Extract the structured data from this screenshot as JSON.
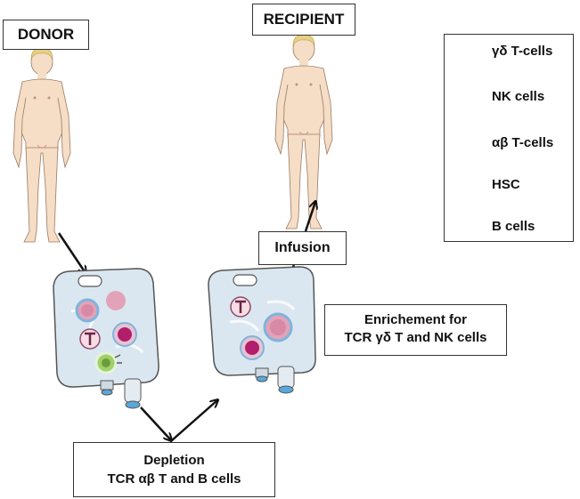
{
  "labels": {
    "donor": "DONOR",
    "recipient": "RECIPIENT",
    "infusion": "Infusion",
    "enrichment": [
      "Enrichement for",
      "TCR γδ T and NK cells"
    ],
    "depletion": [
      "Depletion",
      "TCR αβ T and B cells"
    ]
  },
  "legend": [
    {
      "label": "γδ  T-cells",
      "icon": "gamma-delta-t-cell-icon"
    },
    {
      "label": "NK cells",
      "icon": "nk-cell-icon"
    },
    {
      "label": "αβ T-cells",
      "icon": "alpha-beta-t-cell-icon"
    },
    {
      "label": "HSC",
      "icon": "hsc-icon"
    },
    {
      "label": "B cells",
      "icon": "b-cell-icon"
    }
  ],
  "colors": {
    "skin": "#f6ddc6",
    "hair": "#e6cf84",
    "bag": "#dbe7f0",
    "magenta": "#b01e6c",
    "pink": "#e2a3b8",
    "blue": "#7fb4dd",
    "green": "#9fd06a"
  }
}
